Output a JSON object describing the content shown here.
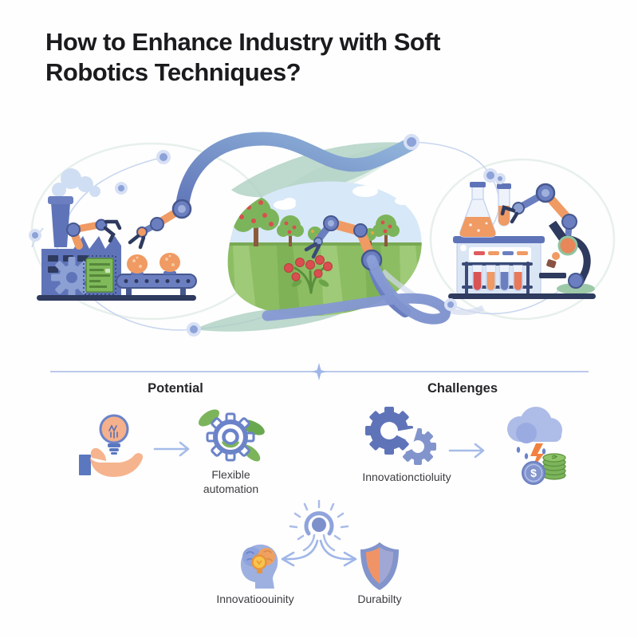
{
  "header": {
    "title": "How to Enhance Industry with Soft Robotics Techniques?",
    "title_line1": "How to Enhance Industry with Soft",
    "title_line2": "Robotics Techniques?"
  },
  "illustration": {
    "scenes": [
      {
        "name": "factory-automation",
        "elements": [
          "factory building",
          "smoke stack",
          "gear",
          "circuit panel",
          "robotic arms",
          "conveyor belt",
          "produce"
        ]
      },
      {
        "name": "agricultural-harvest-robot",
        "elements": [
          "sky",
          "clouds",
          "apple trees",
          "striped crop field",
          "robotic arm picking red fruit"
        ]
      },
      {
        "name": "laboratory-analysis-robot",
        "elements": [
          "erlenmeyer flask",
          "test tube",
          "lab bench",
          "test tube rack",
          "robotic arm",
          "microscope"
        ]
      }
    ],
    "connectors": [
      "blue ribbon",
      "teal ribbon",
      "node dots",
      "thin arcs"
    ]
  },
  "sections": {
    "potential": {
      "label": "Potential",
      "items": [
        {
          "icon": "hand-holding-lightbulb-icon"
        },
        {
          "icon": "arrow-right-icon"
        },
        {
          "icon": "eco-gear-icon",
          "label": "Flexible automation"
        }
      ]
    },
    "challenges": {
      "label": "Challenges",
      "items": [
        {
          "icon": "broken-gears-icon",
          "label": "Innovationctioluity"
        },
        {
          "icon": "arrow-right-icon"
        },
        {
          "icon": "storm-cloud-cost-icon"
        }
      ]
    },
    "outcomes": {
      "hub_icon": "radiant-beacon-icon",
      "branches": [
        {
          "icon": "brain-head-icon",
          "label": "Innovatioouinity"
        },
        {
          "icon": "shield-icon",
          "label": "Durabilty"
        }
      ]
    }
  },
  "colors": {
    "title_text": "#1b1b1e",
    "label_text": "#3d3d42",
    "divider": "#bcc9ec",
    "arrow": "#9fb6e8",
    "deep_blue": "#5f74b8",
    "slate_blue": "#6b7fc0",
    "periwinkle": "#8fa3dc",
    "light_blue": "#ccddf1",
    "orange": "#f09a64",
    "red": "#d94f4f",
    "green": "#7cb45b",
    "field_green": "#8cbd63",
    "teal": "#aed0c2",
    "navy": "#2e3a5e"
  }
}
